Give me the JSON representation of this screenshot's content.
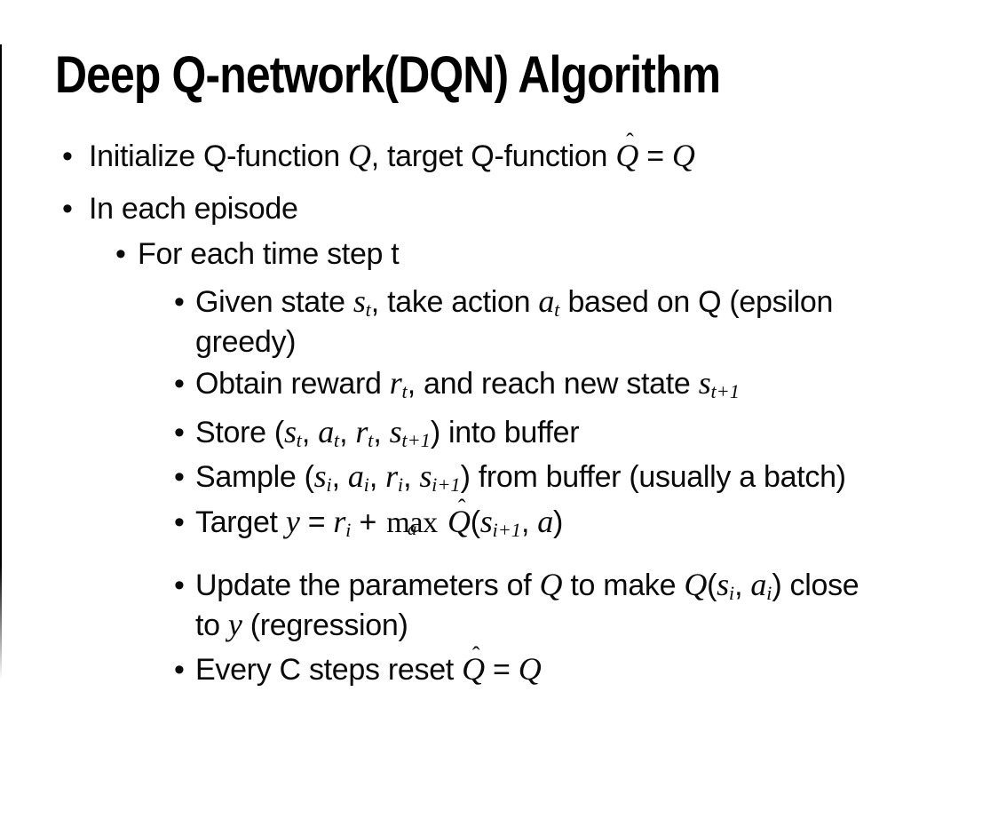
{
  "slide": {
    "title": "Deep Q-network(DQN) Algorithm",
    "bullet_char": "•",
    "bullets": [
      {
        "level": 1,
        "lines": [
          [
            {
              "x": "Initialize Q-function "
            },
            {
              "m": "Q"
            },
            {
              "x": ", target Q-function "
            },
            {
              "m": "Q",
              "hat": true
            },
            {
              "x": " = "
            },
            {
              "m": "Q"
            }
          ]
        ]
      },
      {
        "level": 1,
        "lines": [
          [
            {
              "x": "In each episode"
            }
          ]
        ]
      },
      {
        "level": 2,
        "lines": [
          [
            {
              "x": "For each time step t"
            }
          ]
        ]
      },
      {
        "level": 3,
        "lines": [
          [
            {
              "x": "Given state "
            },
            {
              "m": "s",
              "sub": "t"
            },
            {
              "x": ", take action "
            },
            {
              "m": "a",
              "sub": "t"
            },
            {
              "x": " based on Q (epsilon"
            }
          ],
          [
            {
              "x": "greedy)"
            }
          ]
        ]
      },
      {
        "level": 3,
        "lines": [
          [
            {
              "x": "Obtain reward "
            },
            {
              "m": "r",
              "sub": "t"
            },
            {
              "x": ", and reach new state "
            },
            {
              "m": "s",
              "sub": "t+1"
            }
          ]
        ]
      },
      {
        "level": 3,
        "lines": [
          [
            {
              "x": "Store ("
            },
            {
              "m": "s",
              "sub": "t"
            },
            {
              "x": ", "
            },
            {
              "m": "a",
              "sub": "t"
            },
            {
              "x": ", "
            },
            {
              "m": "r",
              "sub": "t"
            },
            {
              "x": ", "
            },
            {
              "m": "s",
              "sub": "t+1"
            },
            {
              "x": ") into buffer"
            }
          ]
        ]
      },
      {
        "level": 3,
        "lines": [
          [
            {
              "x": "Sample ("
            },
            {
              "m": "s",
              "sub": "i"
            },
            {
              "x": ", "
            },
            {
              "m": "a",
              "sub": "i"
            },
            {
              "x": ", "
            },
            {
              "m": "r",
              "sub": "i"
            },
            {
              "x": ", "
            },
            {
              "m": "s",
              "sub": "i+1"
            },
            {
              "x": ") from buffer (usually a batch)"
            }
          ]
        ]
      },
      {
        "level": 3,
        "lines": [
          [
            {
              "x": "Target "
            },
            {
              "m": "y"
            },
            {
              "x": " = "
            },
            {
              "m": "r",
              "sub": "i"
            },
            {
              "x": " + "
            },
            {
              "limop": {
                "op": "max",
                "under": "a"
              }
            },
            {
              "x": " "
            },
            {
              "m": "Q",
              "hat": true
            },
            {
              "x": "("
            },
            {
              "m": "s",
              "sub": "i+1"
            },
            {
              "x": ", "
            },
            {
              "m": "a"
            },
            {
              "x": ")"
            }
          ]
        ]
      },
      {
        "level": 3,
        "lines": [
          [
            {
              "x": "Update the parameters of "
            },
            {
              "m": "Q"
            },
            {
              "x": " to make "
            },
            {
              "m": "Q"
            },
            {
              "x": "("
            },
            {
              "m": "s",
              "sub": "i"
            },
            {
              "x": ", "
            },
            {
              "m": "a",
              "sub": "i"
            },
            {
              "x": ") close"
            }
          ],
          [
            {
              "x": "to "
            },
            {
              "m": "y"
            },
            {
              "x": " (regression)"
            }
          ]
        ]
      },
      {
        "level": 3,
        "lines": [
          [
            {
              "x": "Every C steps reset "
            },
            {
              "m": "Q",
              "hat": true
            },
            {
              "x": " = "
            },
            {
              "m": "Q"
            }
          ]
        ]
      }
    ]
  },
  "colors": {
    "text": "#0a0a0a",
    "background": "#ffffff",
    "edge_line": "#000000"
  }
}
